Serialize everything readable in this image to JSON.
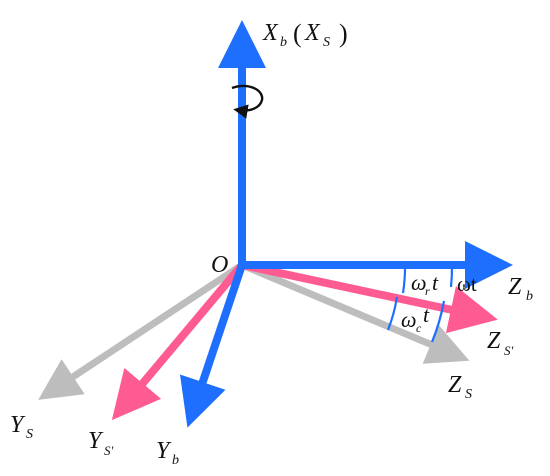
{
  "colors": {
    "body_axes": "#1f6fff",
    "rotating_axes": "#ff5b93",
    "static_axes": "#bdbdbd",
    "text": "#111111",
    "angle_arc": "#1f6fff"
  },
  "labels": {
    "origin": "O",
    "x_axis_main": "X",
    "x_axis_main_sub": "b",
    "x_axis_paren_left": "(",
    "x_axis_alt": "X",
    "x_axis_alt_sub": "S",
    "x_axis_paren_right": ")",
    "z_body": "Z",
    "z_body_sub": "b",
    "z_sprime": "Z",
    "z_sprime_sub": "S'",
    "z_s": "Z",
    "z_s_sub": "S",
    "y_s": "Y",
    "y_s_sub": "S",
    "y_sprime": "Y",
    "y_sprime_sub": "S'",
    "y_body": "Y",
    "y_body_sub": "b",
    "angle_wr": "ω",
    "angle_wr_sub": "r",
    "angle_wr_t": "t",
    "angle_wt": "ωt",
    "angle_wc": "ω",
    "angle_wc_sub": "c",
    "angle_wc_t": "t"
  },
  "icons": {
    "rotation": "rotation-arrow-icon"
  }
}
